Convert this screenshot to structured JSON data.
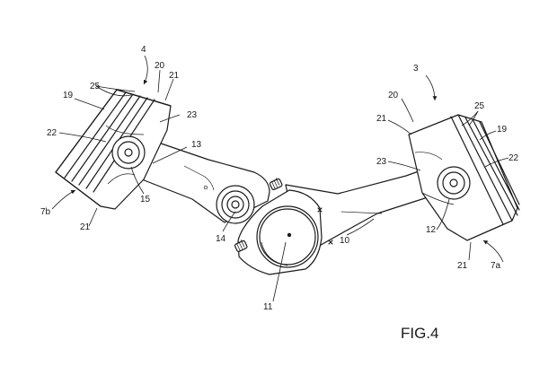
{
  "figure_label": "FIG.4",
  "reference_numerals": {
    "n4": "4",
    "n20_left": "20",
    "n21_left_top": "21",
    "n25_left": "25",
    "n19_left": "19",
    "n23_left": "23",
    "n22_left": "22",
    "n13": "13",
    "n15": "15",
    "n7b": "7b",
    "n21_left_bottom": "21",
    "n14": "14",
    "n11": "11",
    "n10": "10",
    "n3": "3",
    "n20_right": "20",
    "n21_right_top": "21",
    "n25_right": "25",
    "n19_right": "19",
    "n23_right": "23",
    "n22_right": "22",
    "n12": "12",
    "n21_right_bottom": "21",
    "n7a": "7a"
  }
}
